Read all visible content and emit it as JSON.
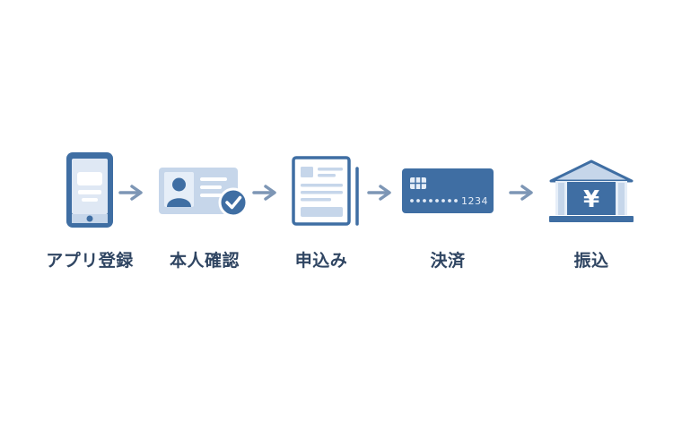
{
  "steps": [
    {
      "label": "アプリ登録",
      "icon": "smartphone-icon"
    },
    {
      "label": "本人確認",
      "icon": "id-card-check-icon"
    },
    {
      "label": "申込み",
      "icon": "application-form-icon"
    },
    {
      "label": "決済",
      "icon": "credit-card-icon"
    },
    {
      "label": "振込",
      "icon": "bank-yen-icon"
    }
  ],
  "card": {
    "number_suffix": "1234"
  },
  "bank": {
    "symbol": "¥"
  },
  "colors": {
    "primary": "#3f6ea3",
    "light": "#c6d6ea",
    "lighter": "#e6eef8",
    "arrow": "#7d96b5",
    "text": "#2f4562"
  }
}
